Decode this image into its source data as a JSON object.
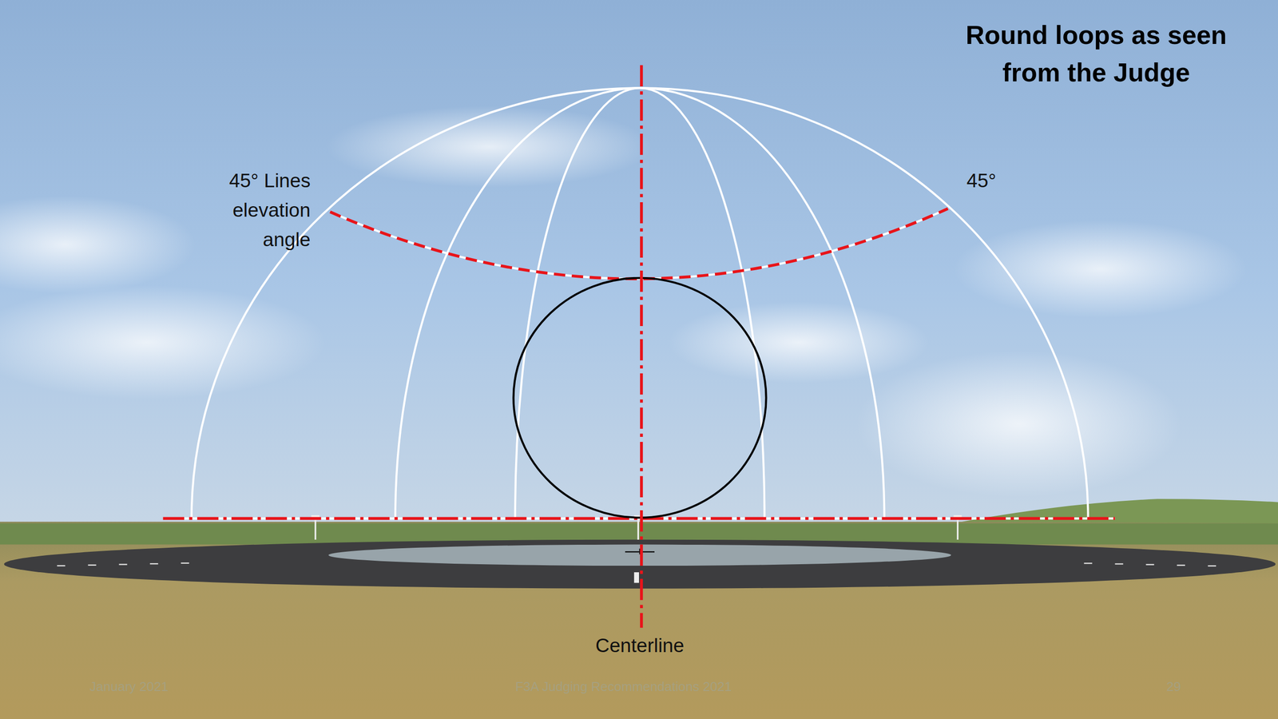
{
  "diagram": {
    "title": "Round loops as seen from the Judge",
    "labels": [
      "45° Lines elevation angle",
      "45°",
      "Centerline",
      "January 2021",
      "F3A Judging Recommendations 2021",
      "29"
    ]
  }
}
